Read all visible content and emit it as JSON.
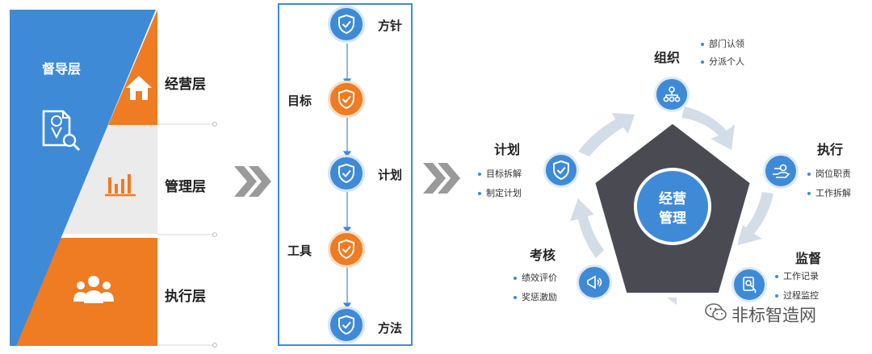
{
  "layers": {
    "supervision": "督导层",
    "business": "经营层",
    "management": "管理层",
    "execution": "执行层"
  },
  "flow": {
    "steps": [
      {
        "label": "方针",
        "color": "blue",
        "side": "right"
      },
      {
        "label": "目标",
        "color": "orange",
        "side": "left"
      },
      {
        "label": "计划",
        "color": "blue",
        "side": "right"
      },
      {
        "label": "工具",
        "color": "orange",
        "side": "left"
      },
      {
        "label": "方法",
        "color": "blue",
        "side": "right"
      }
    ]
  },
  "cycle": {
    "center": [
      "经营",
      "管理"
    ],
    "nodes": [
      {
        "title": "组织",
        "items": [
          "部门认领",
          "分派个人"
        ],
        "icon": "org-chart-icon"
      },
      {
        "title": "执行",
        "items": [
          "岗位职责",
          "工作拆解"
        ],
        "icon": "hand-key-icon"
      },
      {
        "title": "监督",
        "items": [
          "工作记录",
          "过程监控"
        ],
        "icon": "monitor-document-icon"
      },
      {
        "title": "考核",
        "items": [
          "绩效评价",
          "奖惩激励"
        ],
        "icon": "megaphone-icon"
      },
      {
        "title": "计划",
        "items": [
          "目标拆解",
          "制定计划"
        ],
        "icon": "shield-check-icon"
      }
    ]
  },
  "watermark": "非标智造网",
  "colors": {
    "blue": "#3f8ad6",
    "orange": "#ef7b22",
    "dark": "#4a4b52",
    "gray": "#ebebeb",
    "arrow": "#d3dde8"
  }
}
